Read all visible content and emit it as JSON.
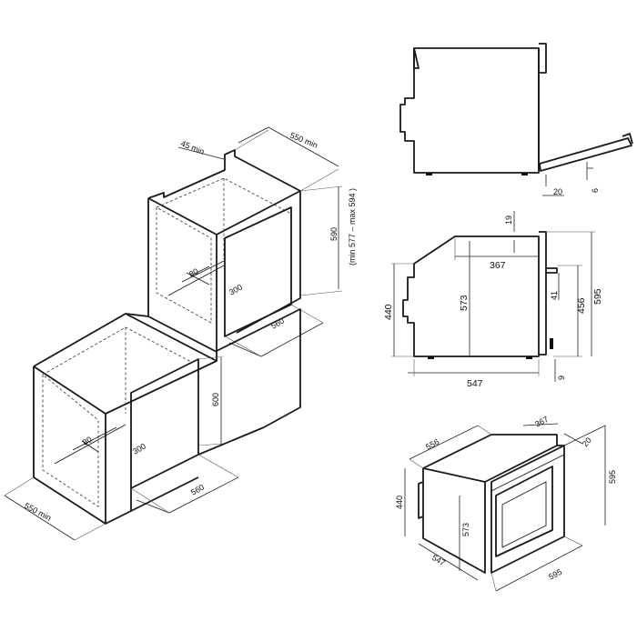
{
  "dimensions": {
    "niche_top": {
      "depth_min": "45 min",
      "width_min": "550 min",
      "height": "590",
      "height_range": "(min 577 – max 594 )",
      "vent_80": "80",
      "vent_300": "300",
      "width_560": "560"
    },
    "niche_bottom": {
      "depth_min": "550 min",
      "height": "600",
      "vent_80": "80",
      "vent_300": "300",
      "width_560": "560"
    },
    "side_view_top": {
      "d20": "20",
      "d6": "6"
    },
    "side_view_mid": {
      "d19": "19",
      "d367": "367",
      "d440": "440",
      "d573": "573",
      "d41": "41",
      "d456": "456",
      "d595": "595",
      "d547": "547",
      "d9": "9"
    },
    "iso_oven": {
      "d556": "556",
      "d367": "367",
      "d20": "20",
      "d440": "440",
      "d573": "573",
      "d595_h": "595",
      "d547": "547",
      "d595_w": "595"
    }
  }
}
